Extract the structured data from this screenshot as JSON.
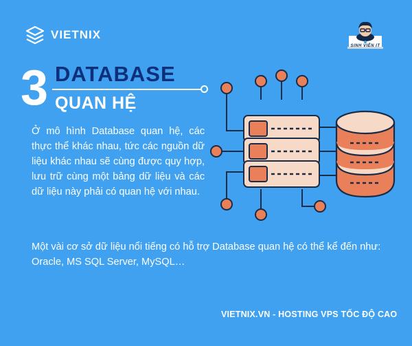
{
  "brand": {
    "logo_text": "VIETNIX",
    "mascot_caption": "SINH VIÊN IT"
  },
  "heading": {
    "number": "3",
    "line1": "DATABASE",
    "line2": "QUAN HỆ"
  },
  "body": {
    "paragraph1": "Ở mô hình Database quan hệ, các thực thể khác nhau, tức các nguồn dữ liệu khác nhau sẽ cùng được quy hợp, lưu trữ cùng một bảng dữ liệu và các dữ liệu này phải có quan hệ với nhau.",
    "paragraph2": "Một vài cơ sở dữ liệu nổi tiếng có hỗ trợ Database quan hệ có thể kể đến như: Oracle, MS SQL Server, MySQL…"
  },
  "footer": {
    "text": "VIETNIX.VN - HOSTING VPS TỐC ĐỘ CAO"
  },
  "colors": {
    "background": "#3fa1ef",
    "title_dark": "#0f2f7a",
    "accent_orange": "#e9805a",
    "accent_dark": "#1a2c47"
  },
  "icons": [
    "vietnix-logo-icon",
    "mascot-icon",
    "database-server-icon"
  ]
}
